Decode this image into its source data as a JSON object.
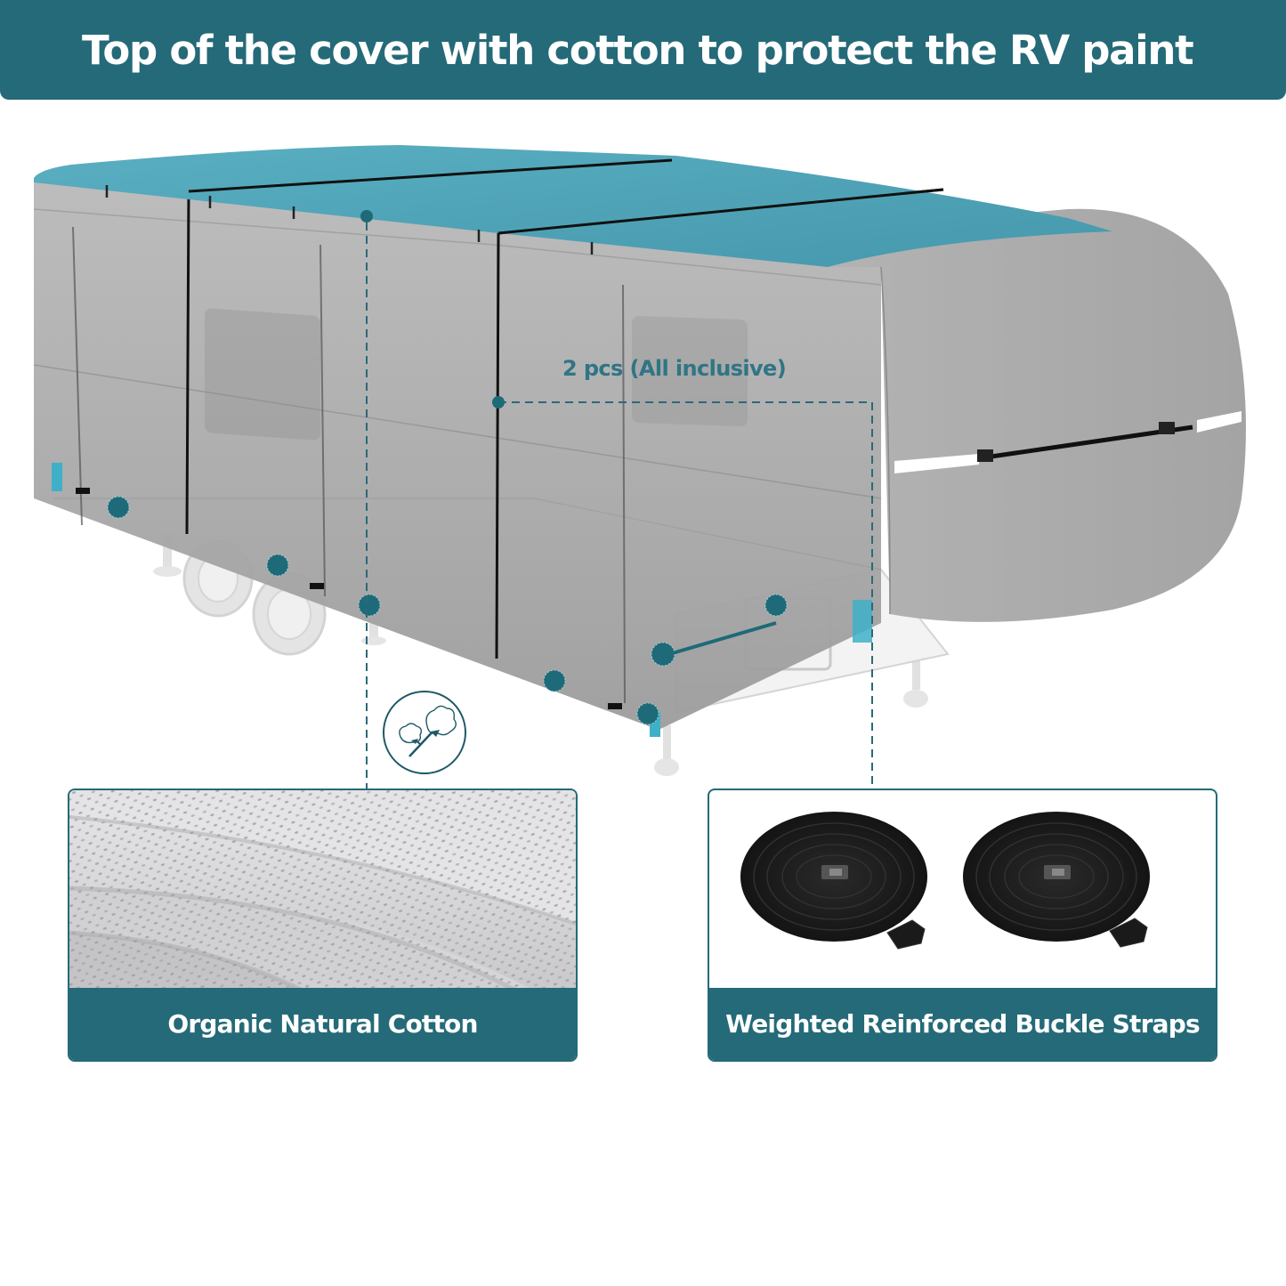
{
  "header": {
    "title": "Top of the cover with cotton to protect the RV paint"
  },
  "illustration": {
    "subject": "RV travel trailer with teal-topped gray cover",
    "annotation_label": "2 pcs (All inclusive)",
    "icons": [
      "cotton-flower-icon"
    ]
  },
  "panels": [
    {
      "caption": "Organic Natural Cotton",
      "image": "cotton-fabric-texture"
    },
    {
      "caption": "Weighted Reinforced Buckle Straps",
      "image": "rolled-buckle-straps"
    }
  ],
  "colors": {
    "brand_teal": "#246a78",
    "cover_top_teal": "#4ea5b9",
    "cover_gray": "#a9a9a9",
    "annotation_teal": "#2f7585",
    "background": "#ffffff"
  }
}
